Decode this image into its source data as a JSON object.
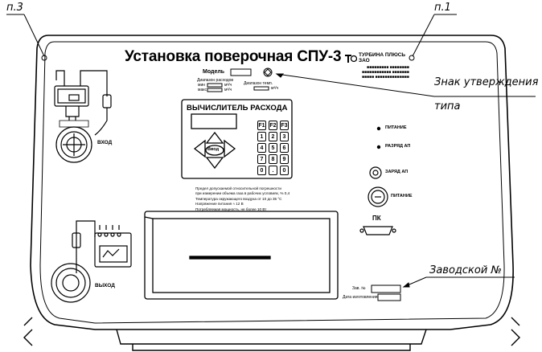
{
  "callouts": {
    "p3": "п.3",
    "p1": "п.1",
    "approval_mark_line1": "Знак утверждения",
    "approval_mark_line2": "типа",
    "serial_number": "Заводской №"
  },
  "panel": {
    "title": "Установка поверочная СПУ-3",
    "brand_line1": "ТУРБИНА ПЛЮСЬ",
    "brand_line2": "ЗАО",
    "brand_small": [
      "■■■■■■■■■ ■■■■■■■■",
      "■■■■■■■■■■■■ ■■■■■■■",
      "■■■■■ ■■■■■■■■■■■■■■"
    ],
    "model_label": "Модель",
    "range_left": "Диапазон расходов",
    "range_min": "мин",
    "range_max": "макс",
    "range_unit": "м³/ч",
    "range_right": "Диапазон темп.",
    "range_right_unit": "м³/ч",
    "inlet_label": "ВХОД",
    "outlet_label": "ВЫХОД",
    "power_indicator": "ПИТАНИЕ",
    "discharge_indicator": "РАЗРЯД АП",
    "charge_label": "ЗАРЯД АП",
    "power_switch": "ПИТАНИЕ",
    "pc_label": "ПК",
    "serial_label": "Зав. №",
    "date_label": "Дата изготовления"
  },
  "calculator": {
    "title": "ВЫЧИСЛИТЕЛЬ РАСХОДА",
    "enter_key": "Ввод",
    "fkeys": [
      "F1",
      "F2",
      "F3"
    ],
    "digits": [
      "1",
      "2",
      "3",
      "4",
      "5",
      "6",
      "7",
      "8",
      "9",
      "0",
      ".",
      "0"
    ]
  },
  "specs": [
    "Предел допускаемой относительной погрешности",
    "при измерении объема газа в рабочих условиях, %   0,4",
    "Температура окружающего воздуха   от  10 до 35 °С",
    "Напряжение питания   ≈ 12 В",
    "Потребляемая мощность, не более  10 Вт"
  ]
}
